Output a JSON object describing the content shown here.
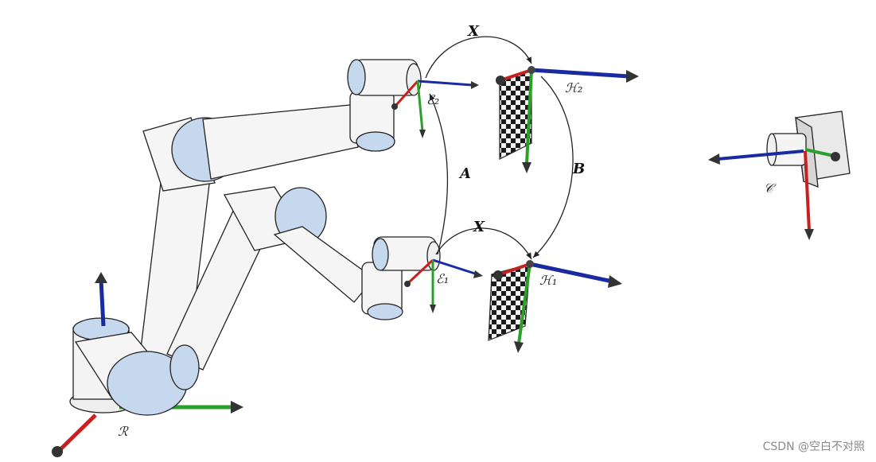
{
  "labels": {
    "robot_base": "ℛ",
    "ee_pose_1": "ℰ₁",
    "ee_pose_2": "ℰ₂",
    "target_pose_1": "ℋ₁",
    "target_pose_2": "ℋ₂",
    "camera": "𝒞",
    "transform_x_top": "X",
    "transform_x_bottom": "X",
    "transform_a": "A",
    "transform_b": "B"
  },
  "watermark": "CSDN @空白不对照",
  "colors": {
    "axis_x": "#c8201e",
    "axis_y": "#2aa02a",
    "axis_z": "#1a2aa0",
    "robot_body": "#f4f4f4",
    "robot_joint": "#c6d8ee",
    "outline": "#222222"
  }
}
